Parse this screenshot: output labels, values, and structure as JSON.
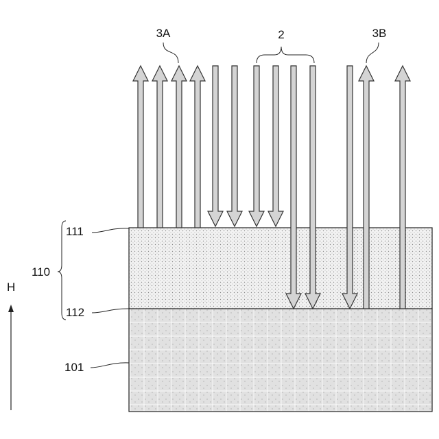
{
  "labels": {
    "beam_incident": "2",
    "beam_reflected_a": "3A",
    "beam_reflected_b": "3B",
    "layer_group": "110",
    "surface_top": "111",
    "surface_bottom": "112",
    "substrate": "101",
    "height_axis": "H"
  },
  "colors": {
    "arrow_fill": "#d4d4d4",
    "outline": "#333333",
    "layer_fill": "#f2f2f2",
    "substrate_fill": "#e3e3e3"
  }
}
